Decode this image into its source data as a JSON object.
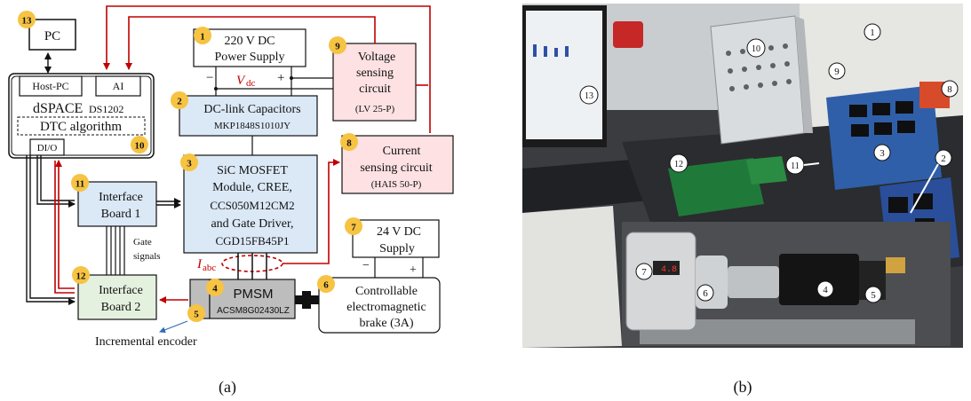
{
  "panel_a": {
    "caption": "(a)",
    "blocks": {
      "pc": {
        "num": "13",
        "label": "PC"
      },
      "dspace": {
        "host": "Host-PC",
        "ai": "AI",
        "title": "dSPACE",
        "model": "DS1202",
        "algorithm": "DTC algorithm",
        "dio": "DI/O",
        "num": "10"
      },
      "power_supply": {
        "num": "1",
        "line1": "220 V DC",
        "line2": "Power Supply"
      },
      "voltage_sensing": {
        "num": "9",
        "line1": "Voltage",
        "line2": "sensing",
        "line3": "circuit",
        "line4": "(LV 25-P)"
      },
      "dc_link": {
        "num": "2",
        "line1": "DC-link Capacitors",
        "line2": "MKP1848S1010JY"
      },
      "current_sensing": {
        "num": "8",
        "line1": "Current",
        "line2": "sensing circuit",
        "line3": "(HAIS 50-P)"
      },
      "mosfet": {
        "num": "3",
        "line1": "SiC MOSFET",
        "line2": "Module, CREE,",
        "line3": "CCS050M12CM2",
        "line4": "and Gate Driver,",
        "line5": "CGD15FB45P1"
      },
      "interface1": {
        "num": "11",
        "line1": "Interface",
        "line2": "Board 1"
      },
      "interface2": {
        "num": "12",
        "line1": "Interface",
        "line2": "Board 2"
      },
      "supply24": {
        "num": "7",
        "line1": "24 V DC",
        "line2": "Supply",
        "minus": "−",
        "plus": "+"
      },
      "pmsm": {
        "num": "4",
        "label": "PMSM",
        "model": "ACSM8G02430LZ"
      },
      "encoder": {
        "num": "5",
        "label": "Incremental encoder"
      },
      "brake": {
        "num": "6",
        "line1": "Controllable",
        "line2": "electromagnetic",
        "line3": "brake (3A)"
      }
    },
    "labels": {
      "vdc_main": "V",
      "vdc_sub": "dc",
      "iabc_main": "I",
      "iabc_sub": "abc",
      "gate1": "Gate",
      "gate2": "signals",
      "minus": "−",
      "plus": "+"
    },
    "colors": {
      "badge": "#f6c343",
      "arrow_red": "#c00000",
      "blue_box": "#dbe8f6",
      "pink_box": "#fde1e3",
      "green_box": "#e5f1df",
      "gray_box": "#bdbdbd"
    }
  },
  "panel_b": {
    "caption": "(b)",
    "callouts": [
      "1",
      "2",
      "3",
      "4",
      "5",
      "6",
      "7",
      "8",
      "9",
      "10",
      "11",
      "12",
      "13"
    ]
  }
}
